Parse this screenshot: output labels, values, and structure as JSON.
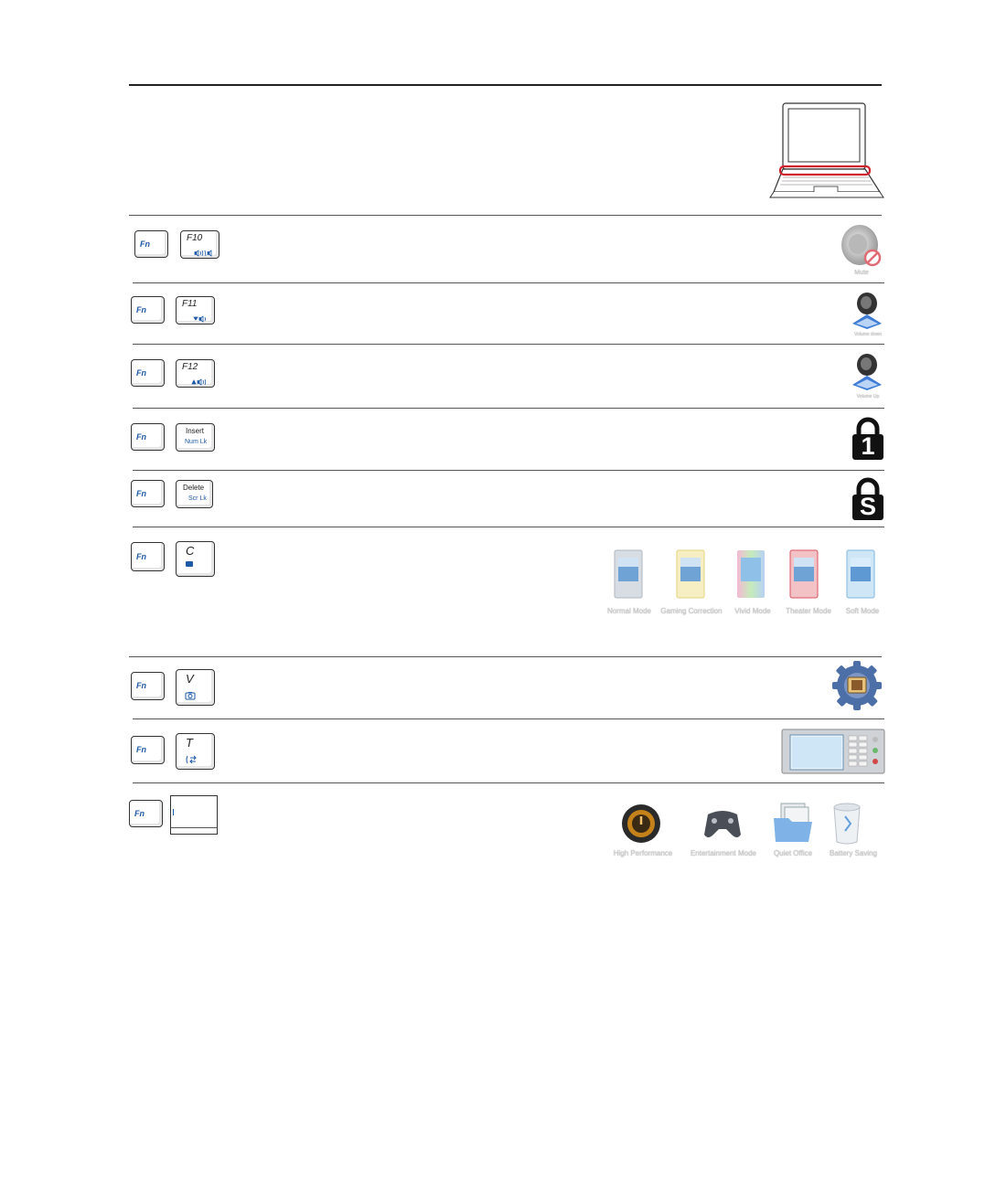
{
  "keys": {
    "fn": "Fn",
    "f10": "F10",
    "f11": "F11",
    "f12": "F12",
    "insert": "Insert",
    "num_lk": "Num Lk",
    "delete": "Delete",
    "scr_lk": "Scr Lk",
    "c": "C",
    "v": "V",
    "t": "T"
  },
  "icons": {
    "mute_caption": "Mute",
    "volume_down_caption": "Volume down",
    "volume_up_caption": "Volume Up",
    "num_lock_glyph": "1",
    "scroll_lock_glyph": "S"
  },
  "splendid_modes": [
    "Normal Mode",
    "Gaming Correction",
    "Vivid Mode",
    "Theater Mode",
    "Soft Mode"
  ],
  "power_modes": [
    "High Performance",
    "Entertainment Mode",
    "Quiet Office",
    "Battery Saving"
  ],
  "colors": {
    "key_accent": "#1e5aa8",
    "keyboard_highlight": "#d0202a",
    "lock_fill": "#111111"
  }
}
